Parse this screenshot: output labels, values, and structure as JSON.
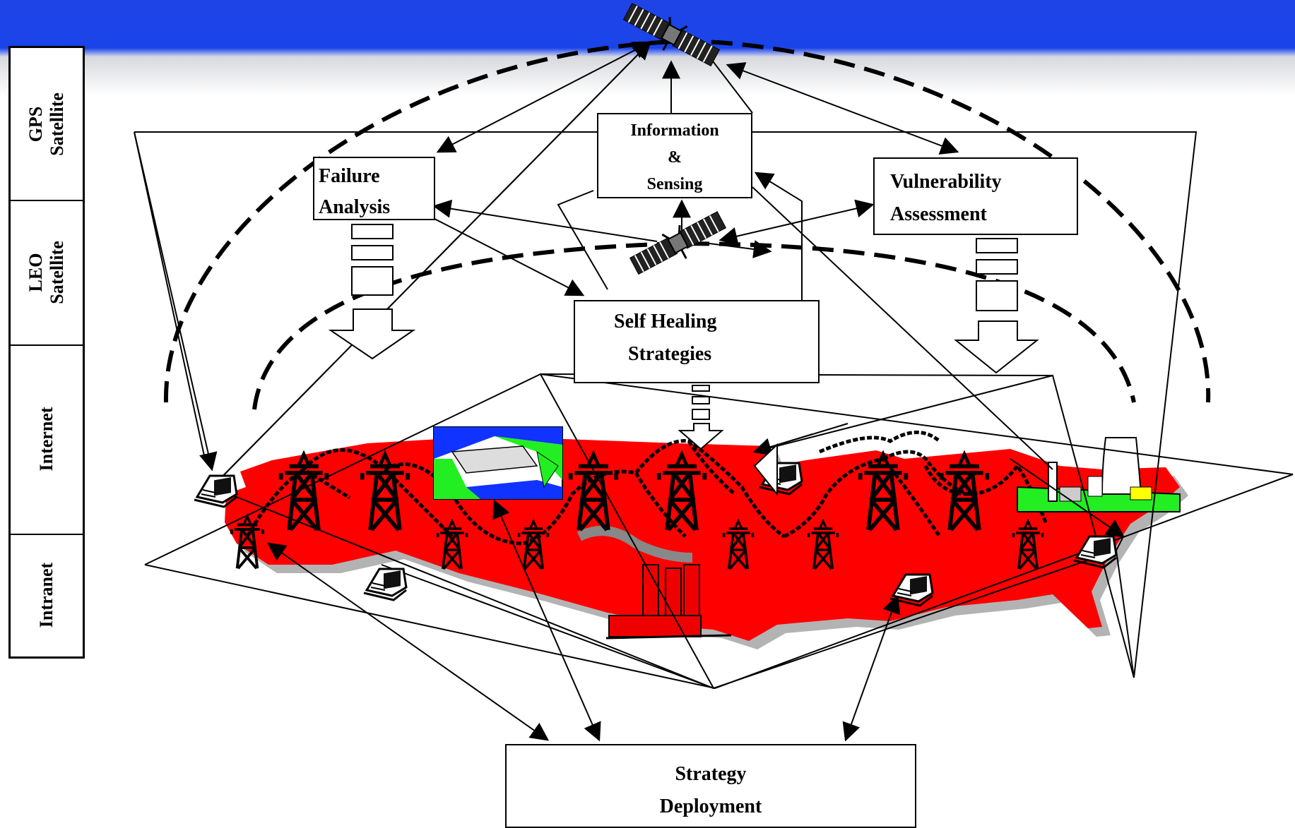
{
  "layers": [
    {
      "line1": "GPS",
      "line2": "Satellite"
    },
    {
      "line1": "LEO",
      "line2": "Satellite"
    },
    {
      "line1": "Internet",
      "line2": ""
    },
    {
      "line1": "Intranet",
      "line2": ""
    }
  ],
  "boxes": {
    "failure": {
      "line1": "Failure",
      "line2": "Analysis"
    },
    "info": {
      "line1": "Information",
      "line2": "&",
      "line3": "Sensing"
    },
    "vuln": {
      "line1": "Vulnerability",
      "line2": "Assessment"
    },
    "selfheal": {
      "line1": "Self Healing",
      "line2": "Strategies"
    },
    "deploy": {
      "line1": "Strategy",
      "line2": "Deployment"
    }
  },
  "colors": {
    "banner": "#1a44ea",
    "map": "#ff0000",
    "map_shadow": "#b3b3b3",
    "plant_green": "#22ee22",
    "water_blue": "#1133ff"
  },
  "icons": [
    "gps-satellite-icon",
    "leo-satellite-icon",
    "transmission-tower-icon",
    "computer-terminal-icon",
    "hydro-dam-icon",
    "factory-smokestack-icon",
    "power-plant-icon"
  ]
}
